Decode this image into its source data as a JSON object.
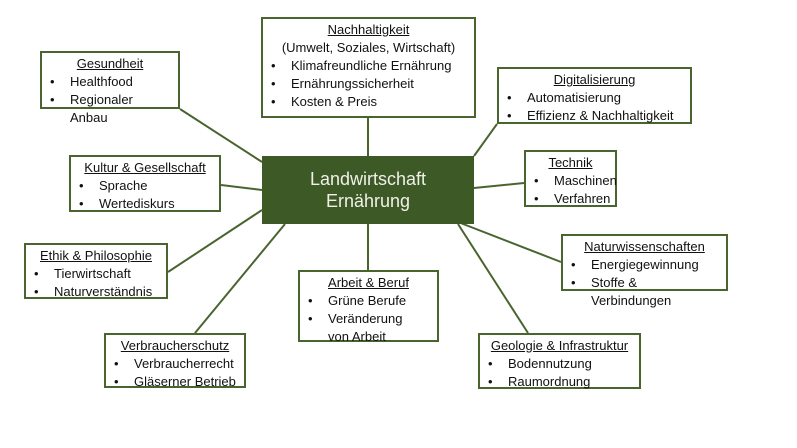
{
  "center": {
    "line1": "Landwirtschaft",
    "line2": "Ernährung"
  },
  "colors": {
    "center_fill": "#3d5a26",
    "border": "#4a6430"
  },
  "nodes": {
    "nachhaltigkeit": {
      "title": "Nachhaltigkeit",
      "subtitle": "(Umwelt, Soziales, Wirtschaft)",
      "items": [
        "Klimafreundliche Ernährung",
        "Ernährungssicherheit",
        "Kosten & Preis"
      ]
    },
    "gesundheit": {
      "title": "Gesundheit",
      "items": [
        "Healthfood",
        "Regionaler Anbau"
      ]
    },
    "digitalisierung": {
      "title": "Digitalisierung",
      "items": [
        "Automatisierung",
        "Effizienz & Nachhaltigkeit"
      ]
    },
    "kultur": {
      "title": "Kultur & Gesellschaft",
      "items": [
        "Sprache",
        "Wertediskurs"
      ]
    },
    "technik": {
      "title": "Technik",
      "items": [
        "Maschinen",
        "Verfahren"
      ]
    },
    "ethik": {
      "title": "Ethik & Philosophie",
      "items": [
        "Tierwirtschaft",
        "Naturverständnis"
      ]
    },
    "naturwissenschaften": {
      "title": "Naturwissenschaften",
      "items": [
        "Energiegewinnung",
        "Stoffe & Verbindungen"
      ]
    },
    "arbeit": {
      "title": "Arbeit & Beruf",
      "items": [
        "Grüne Berufe",
        "Veränderung von Arbeit"
      ]
    },
    "verbraucherschutz": {
      "title": "Verbraucherschutz",
      "items": [
        "Verbraucherrecht",
        "Gläserner Betrieb"
      ]
    },
    "geologie": {
      "title": "Geologie & Infrastruktur",
      "items": [
        "Bodennutzung",
        "Raumordnung"
      ]
    }
  }
}
